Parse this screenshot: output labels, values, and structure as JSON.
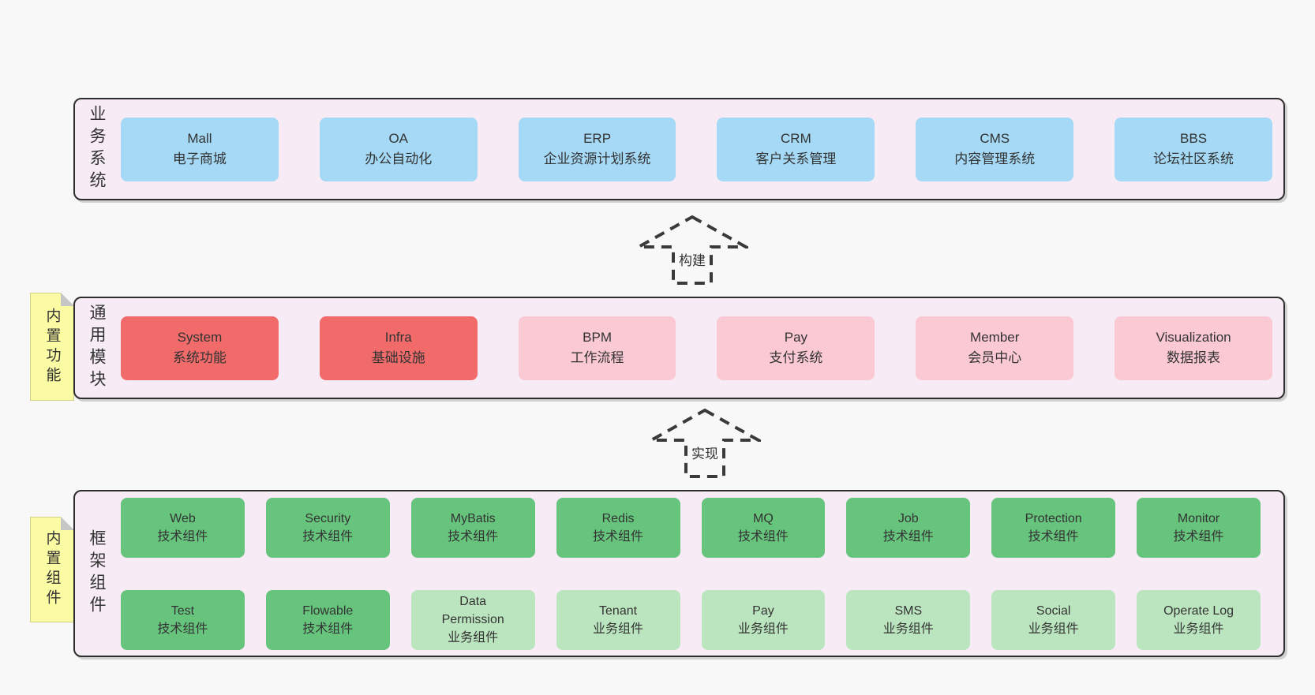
{
  "colors": {
    "page_bg": "#f8f8f8",
    "layer_bg": "#f7ecf5",
    "layer_border": "#2d2d2d",
    "blue_box": "#a5d9f5",
    "red_box": "#f16b6b",
    "pink_box": "#fac9d3",
    "green_dark_box": "#66c47d",
    "green_light_box": "#bbe5bf",
    "note_bg": "#fbfba3",
    "note_fold": "#c6c6c6",
    "text": "#333333"
  },
  "layers": {
    "business": {
      "label": "业务系统",
      "boxes": [
        {
          "en": "Mall",
          "zh": "电子商城"
        },
        {
          "en": "OA",
          "zh": "办公自动化"
        },
        {
          "en": "ERP",
          "zh": "企业资源计划系统"
        },
        {
          "en": "CRM",
          "zh": "客户关系管理"
        },
        {
          "en": "CMS",
          "zh": "内容管理系统"
        },
        {
          "en": "BBS",
          "zh": "论坛社区系统"
        }
      ]
    },
    "common": {
      "label": "通用模块",
      "note": "内置功能",
      "boxes": [
        {
          "en": "System",
          "zh": "系统功能"
        },
        {
          "en": "Infra",
          "zh": "基础设施"
        },
        {
          "en": "BPM",
          "zh": "工作流程"
        },
        {
          "en": "Pay",
          "zh": "支付系统"
        },
        {
          "en": "Member",
          "zh": "会员中心"
        },
        {
          "en": "Visualization",
          "zh": "数据报表"
        }
      ]
    },
    "framework": {
      "label": "框架组件",
      "note": "内置组件",
      "row1": [
        {
          "en": "Web",
          "zh": "技术组件"
        },
        {
          "en": "Security",
          "zh": "技术组件"
        },
        {
          "en": "MyBatis",
          "zh": "技术组件"
        },
        {
          "en": "Redis",
          "zh": "技术组件"
        },
        {
          "en": "MQ",
          "zh": "技术组件"
        },
        {
          "en": "Job",
          "zh": "技术组件"
        },
        {
          "en": "Protection",
          "zh": "技术组件"
        },
        {
          "en": "Monitor",
          "zh": "技术组件"
        }
      ],
      "row2": [
        {
          "en": "Test",
          "zh": "技术组件"
        },
        {
          "en": "Flowable",
          "zh": "技术组件"
        },
        {
          "en": "Data\nPermission",
          "zh": "业务组件"
        },
        {
          "en": "Tenant",
          "zh": "业务组件"
        },
        {
          "en": "Pay",
          "zh": "业务组件"
        },
        {
          "en": "SMS",
          "zh": "业务组件"
        },
        {
          "en": "Social",
          "zh": "业务组件"
        },
        {
          "en": "Operate Log",
          "zh": "业务组件"
        }
      ]
    }
  },
  "arrows": {
    "build": "构建",
    "implement": "实现"
  }
}
